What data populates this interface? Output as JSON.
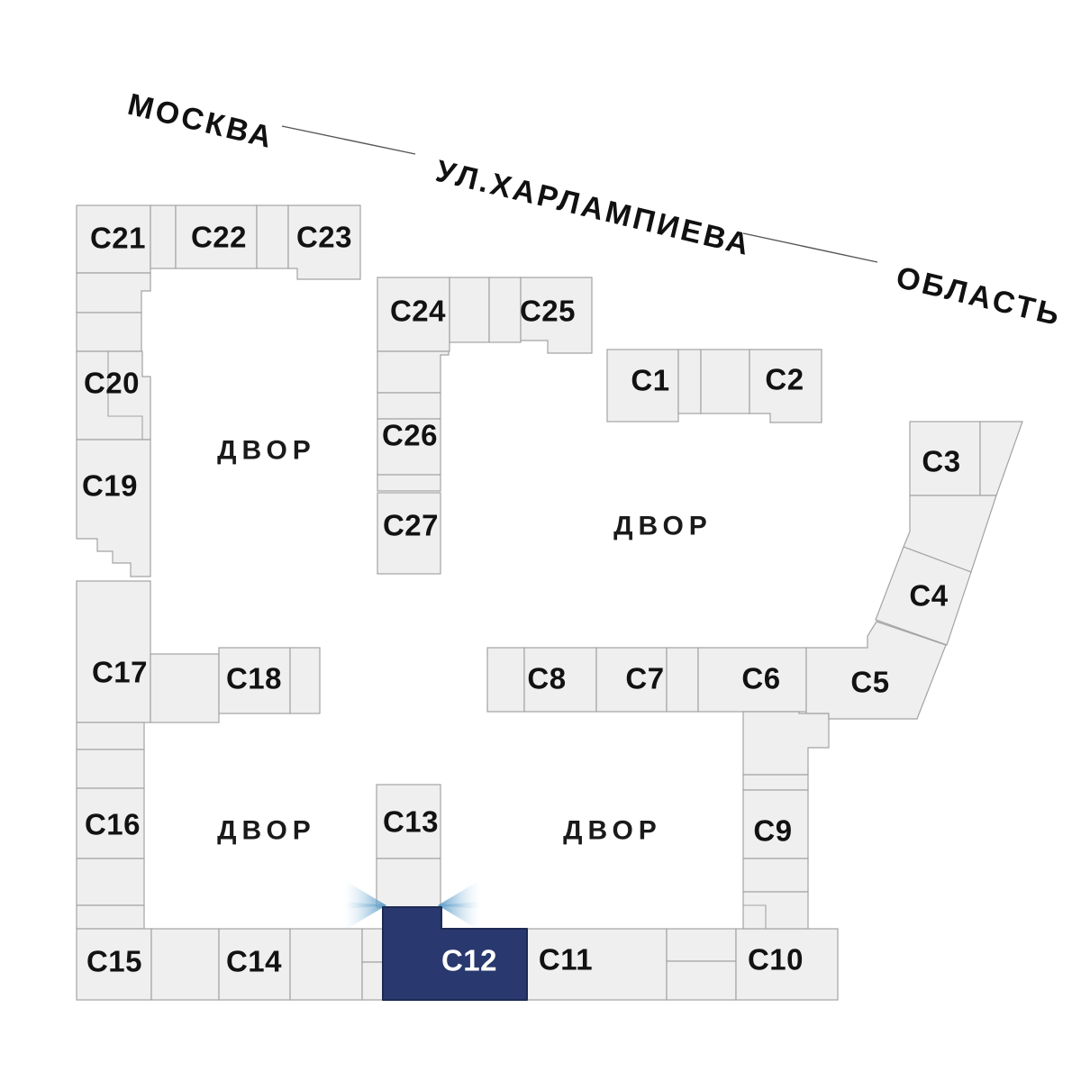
{
  "map": {
    "streets": {
      "city": "МОСКВА",
      "street": "УЛ.ХАРЛАМПИЕВА",
      "region": "ОБЛАСТЬ"
    },
    "courtyard_label": "ДВОР",
    "selected_building": "С12",
    "buildings": {
      "c1": "С1",
      "c2": "С2",
      "c3": "С3",
      "c4": "С4",
      "c5": "С5",
      "c6": "С6",
      "c7": "С7",
      "c8": "С8",
      "c9": "С9",
      "c10": "С10",
      "c11": "С11",
      "c12": "С12",
      "c13": "С13",
      "c14": "С14",
      "c15": "С15",
      "c16": "С16",
      "c17": "С17",
      "c18": "С18",
      "c19": "С19",
      "c20": "С20",
      "c21": "С21",
      "c22": "С22",
      "c23": "С23",
      "c24": "С24",
      "c25": "С25",
      "c26": "С26",
      "c27": "С27"
    },
    "colors": {
      "building_fill": "#efeff0",
      "building_stroke": "#a3a3a3",
      "selected_fill": "#29386e",
      "selected_stroke": "#1d2a55",
      "beam_color": "#5f9dc8",
      "label_color": "#121212",
      "street_color": "#111111"
    }
  }
}
